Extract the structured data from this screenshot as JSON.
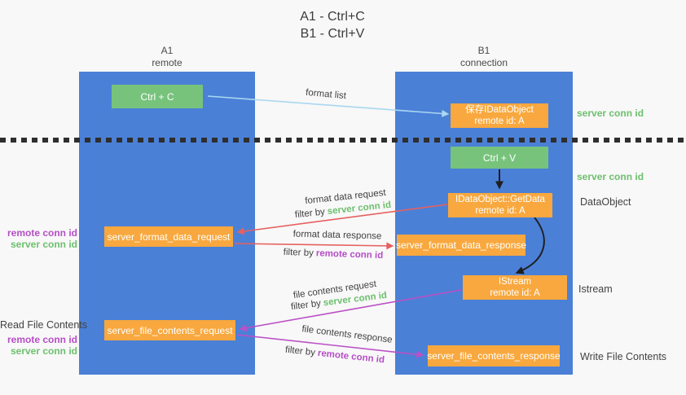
{
  "title": {
    "line1": "A1 - Ctrl+C",
    "line2": "B1 - Ctrl+V"
  },
  "lanes": {
    "a1": {
      "name": "A1",
      "subtitle": "remote"
    },
    "b1": {
      "name": "B1",
      "subtitle": "connection"
    }
  },
  "nodes": {
    "ctrl_c": {
      "label": "Ctrl + C"
    },
    "save_idataobject": {
      "line1": "保存IDataObject",
      "line2": "remote id: A"
    },
    "ctrl_v": {
      "label": "Ctrl + V"
    },
    "getdata": {
      "line1": "IDataObject::GetData",
      "line2": "remote id: A"
    },
    "istream": {
      "line1": "IStream",
      "line2": "remote id: A"
    },
    "format_request": {
      "label": "server_format_data_request"
    },
    "format_response": {
      "label": "server_format_data_response"
    },
    "file_request": {
      "label": "server_file_contents_request"
    },
    "file_response": {
      "label": "server_file_contents_response"
    }
  },
  "flow_labels": {
    "format_list": "format list",
    "format_data_request": "format data request",
    "format_data_request_filter": {
      "prefix": "filter by",
      "keyword": "server conn id"
    },
    "format_data_response": "format data response",
    "format_data_response_filter": {
      "prefix": "filter by",
      "keyword": "remote conn id"
    },
    "file_contents_request": "file contents request",
    "file_contents_request_filter": {
      "prefix": "filter by",
      "keyword": "server conn id"
    },
    "file_contents_response": "file contents response",
    "file_contents_response_filter": {
      "prefix": "filter by",
      "keyword": "remote conn id"
    }
  },
  "side_labels": {
    "left": {
      "format_remote": "remote conn id",
      "format_server": "server conn id",
      "read_title": "Read File Contents",
      "file_remote": "remote conn id",
      "file_server": "server conn id"
    },
    "right": {
      "server_conn_top": "server conn id",
      "server_conn_mid": "server conn id",
      "dataobject": "DataObject",
      "istream": "Istream",
      "write_title": "Write File Contents"
    }
  },
  "colors": {
    "lane_blue": "#4b80d7",
    "node_green": "#77c37c",
    "node_orange": "#f8a83e",
    "arrow_light_blue": "#aad7f0",
    "arrow_red": "#e66060",
    "arrow_magenta": "#bb50c6",
    "arrow_black": "#1f1f1f",
    "text_green": "#6dbf6e",
    "text_purple": "#b54ec6",
    "text_gray": "#424242",
    "background": "#f8f8f8"
  }
}
